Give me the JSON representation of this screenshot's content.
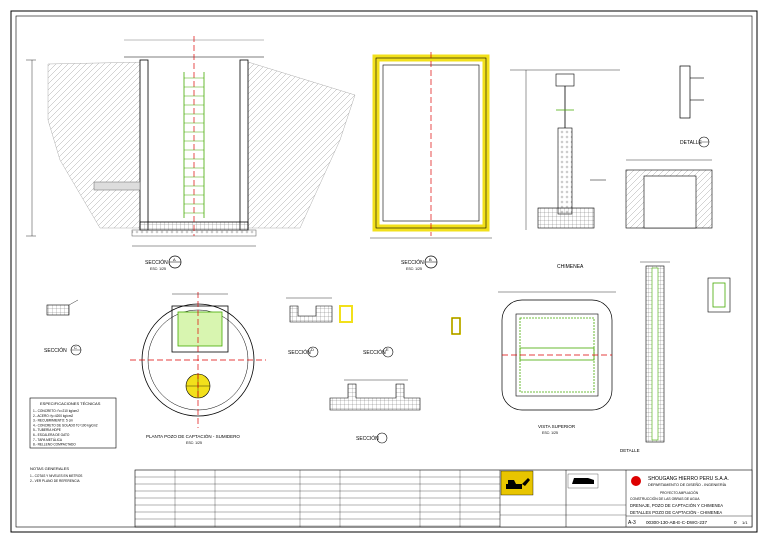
{
  "labels": {
    "sec_a": "SECCIÓN",
    "sec_b": "SECCIÓN",
    "sec_c": "SECCIÓN",
    "sec_d": "SECCIÓN",
    "sec_e": "SECCIÓN",
    "sec_f": "SECCIÓN",
    "detail_vent": "DETALLE",
    "detail_tuberia": "DETALLE",
    "plan_pozo": "PLANTA POZO DE CAPTACIÓN - SUMIDERO",
    "vista_superior": "VISTA SUPERIOR",
    "chimenea": "CHIMENEA",
    "scale": "ESC: 1/25",
    "marker_a": "A",
    "marker_b": "B",
    "marker_c": "C",
    "marker_d": "D",
    "marker_e": "E",
    "marker_1": "1"
  },
  "notes": {
    "title": "ESPECIFICACIONES TÉCNICAS",
    "items": [
      "1.- CONCRETO: f'c=210 kg/cm2",
      "2.- ACERO: fy=4200 kg/cm2",
      "3.- RECUBRIMIENTO: 5 cm",
      "4.- CONCRETO DE SOLADO f'c=100 kg/cm2",
      "5.- TUBERÍA HDPE",
      "6.- ESCALERA DE GATO",
      "7.- TAPA METÁLICA",
      "8.- RELLENO COMPACTADO"
    ]
  },
  "general_notes": {
    "title": "NOTAS GENERALES",
    "items": [
      "1.- COTAS Y NIVELES EN METROS",
      "2.- VER PLANO DE REFERENCIA"
    ]
  },
  "title_block": {
    "company": "SHOUGANG HIERRO PERU S.A.A.",
    "department": "DEPARTAMENTO DE DISEÑO - INGENIERÍA",
    "project": "PROYECTO AMPLIACIÓN",
    "desc1": "CONSTRUCCIÓN DE LAS OBRAS DE AGUA",
    "desc2": "DRENAJE, POZO DE CAPTACIÓN Y CHIMENEA",
    "desc3": "DETALLES POZO DE CAPTACIÓN - CHIMENEA",
    "sheet_size": "A-3",
    "drawing_no": "00300-130-AB-E-C-DWG-237",
    "rev": "0",
    "sheet": "1/1"
  }
}
